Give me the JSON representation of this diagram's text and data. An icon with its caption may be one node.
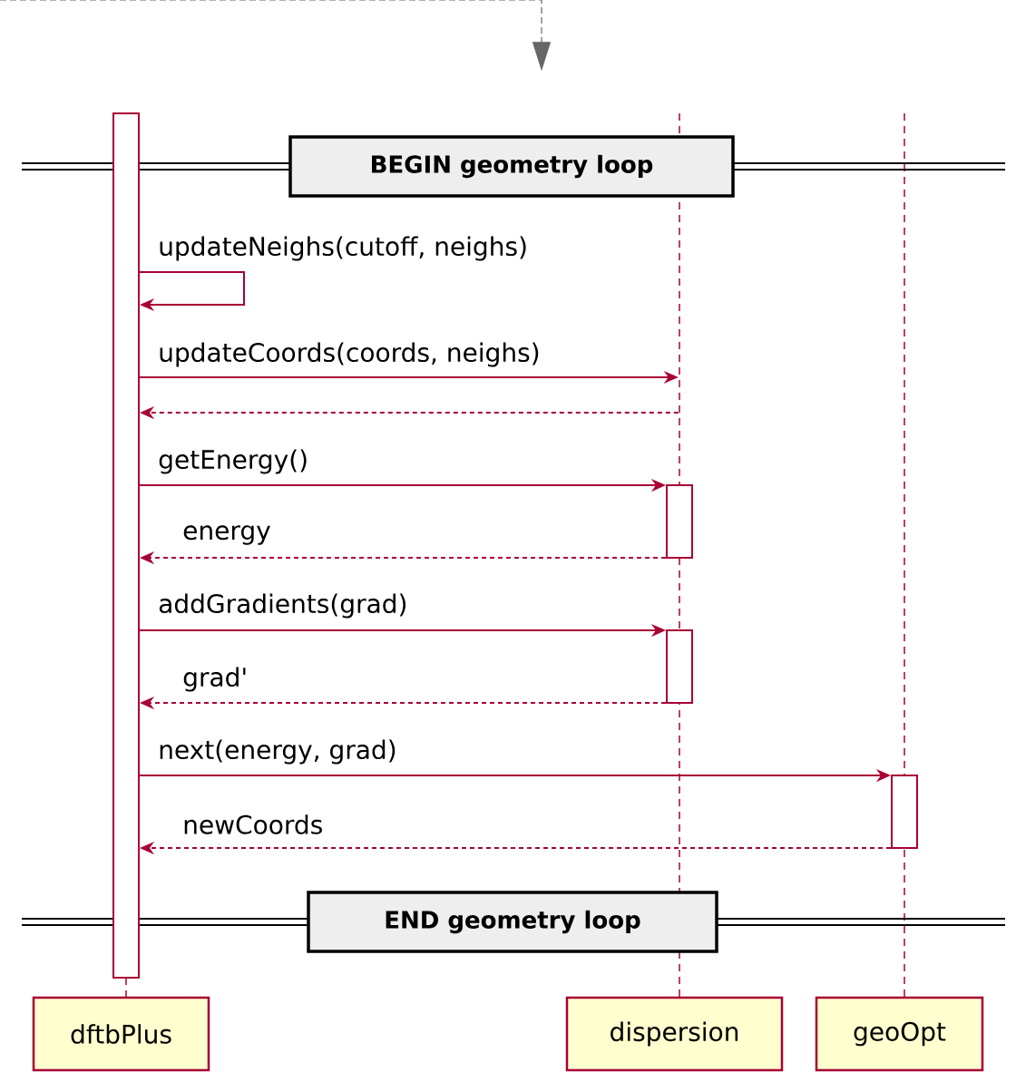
{
  "diagram": {
    "nodes": [
      {
        "text": [
          "dftbPlus"
        ]
      },
      {
        "text": [
          "dispersion"
        ]
      },
      {
        "text": [
          "geoOpt"
        ]
      },
      {
        "text": [
          "BEGIN geometry loop"
        ]
      },
      {
        "text": [
          "END geometry loop"
        ]
      },
      {
        "text": [],
        "shape": "bar"
      },
      {
        "text": [],
        "shape": "line"
      },
      {
        "text": [],
        "shape": "bar"
      },
      {
        "text": [],
        "shape": "bar"
      },
      {
        "text": [],
        "shape": "bar"
      }
    ],
    "edges": [
      {
        "from": 5,
        "to": 5,
        "arrow": "to",
        "label": "updateNeighs(cutoff, neighs)"
      },
      {
        "from": 5,
        "to": 6,
        "arrow": "to",
        "label": "updateCoords(coords, neighs)"
      },
      {
        "from": 6,
        "to": 5,
        "arrow": "to",
        "style": "dashed"
      },
      {
        "from": 5,
        "to": 7,
        "arrow": "to",
        "label": "getEnergy()"
      },
      {
        "from": 7,
        "to": 5,
        "arrow": "to",
        "style": "dashed",
        "label": "energy"
      },
      {
        "from": 5,
        "to": 8,
        "arrow": "to",
        "label": "addGradients(grad)"
      },
      {
        "from": 8,
        "to": 5,
        "arrow": "to",
        "style": "dashed",
        "label": "grad'"
      },
      {
        "from": 5,
        "to": 9,
        "arrow": "to",
        "label": "next(energy, grad)"
      },
      {
        "from": 9,
        "to": 5,
        "arrow": "to",
        "style": "dashed",
        "label": "newCoords"
      },
      {
        "from": null,
        "to": 3,
        "arrow": "to",
        "style": "dashed",
        "color": "#666666"
      }
    ]
  }
}
